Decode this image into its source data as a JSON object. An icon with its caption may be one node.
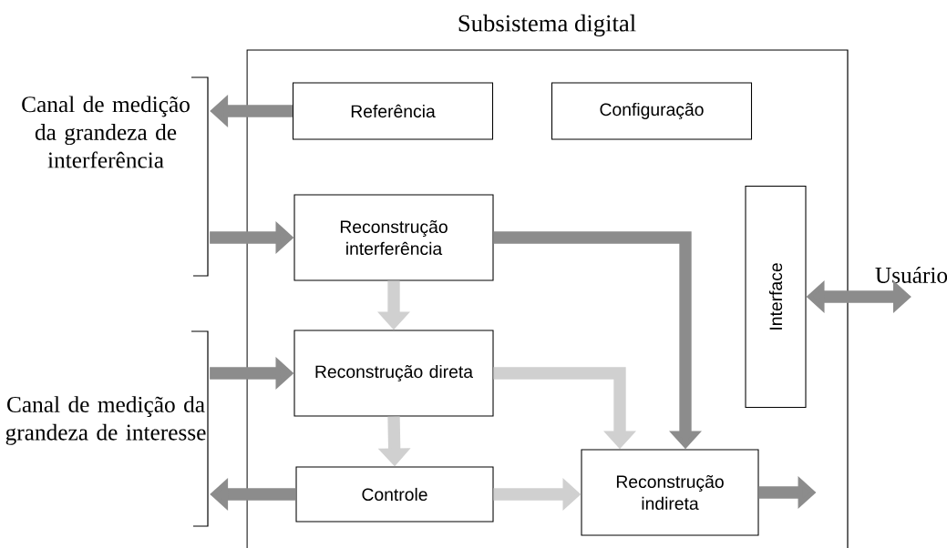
{
  "diagram": {
    "nodes": [
      {
        "text": [
          "Subsistema digital"
        ]
      },
      {
        "text": [
          "Referência"
        ],
        "in": 0
      },
      {
        "text": [
          "Configuração"
        ],
        "in": 0
      },
      {
        "text": [
          "Canal de medição da grandeza de interferência"
        ]
      },
      {
        "text": [
          "Reconstrução interferência"
        ],
        "in": 0
      },
      {
        "text": [
          "Interface"
        ],
        "in": 0
      },
      {
        "text": [
          "Usuário"
        ]
      },
      {
        "text": [
          "Canal de medição da grandeza de interesse"
        ]
      },
      {
        "text": [
          "Reconstrução direta"
        ],
        "in": 0
      },
      {
        "text": [
          "Controle"
        ],
        "in": 0
      },
      {
        "text": [
          "Reconstrução indireta"
        ],
        "in": 0
      }
    ],
    "edges": [
      {
        "from": 1,
        "to": 3,
        "arrow": "to"
      },
      {
        "from": 3,
        "to": 4,
        "arrow": "to"
      },
      {
        "from": 4,
        "to": 10,
        "arrow": "to"
      },
      {
        "from": 4,
        "to": 8,
        "arrow": "to",
        "color": "#d0d0d0"
      },
      {
        "from": 5,
        "to": 6,
        "arrow": "both"
      },
      {
        "from": 7,
        "to": 8,
        "arrow": "to"
      },
      {
        "from": 8,
        "to": 9,
        "arrow": "to",
        "color": "#d0d0d0"
      },
      {
        "from": 8,
        "to": 10,
        "arrow": "to",
        "color": "#d0d0d0"
      },
      {
        "from": 9,
        "to": 10,
        "arrow": "to",
        "color": "#d0d0d0"
      },
      {
        "from": 9,
        "to": 7,
        "arrow": "to"
      },
      {
        "from": 10,
        "to": null,
        "arrow": "to"
      }
    ]
  }
}
